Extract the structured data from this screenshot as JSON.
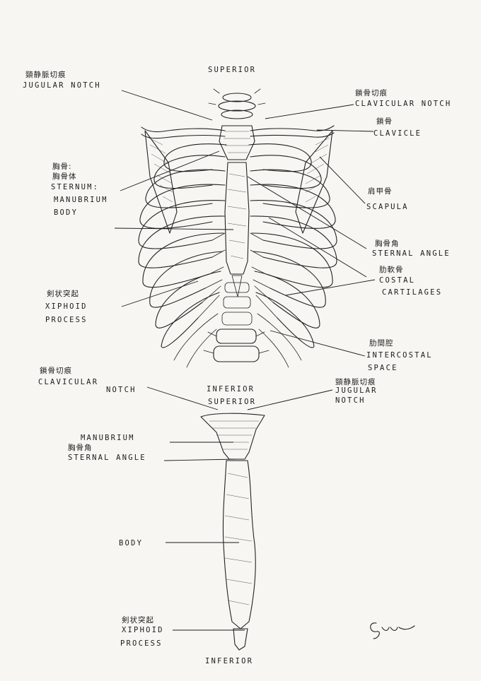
{
  "thorax": {
    "superior": "SUPERIOR",
    "inferior": "INFERIOR",
    "jugular_notch_jp": "頸静脈切痕",
    "jugular_notch": "JUGULAR NOTCH",
    "clavicular_notch_jp": "鎖骨切痕",
    "clavicular_notch": "CLAVICULAR NOTCH",
    "clavicle_jp": "鎖骨",
    "clavicle": "CLAVICLE",
    "sternum_jp1": "胸骨:",
    "sternum_jp2": "胸骨体",
    "sternum": "STERNUM:",
    "manubrium": "MANUBRIUM",
    "body": "BODY",
    "scapula_jp": "肩甲骨",
    "scapula": "SCAPULA",
    "sternal_angle_jp": "胸骨角",
    "sternal_angle": "STERNAL ANGLE",
    "costal_jp": "肋軟骨",
    "costal": "COSTAL",
    "cartilages": "CARTILAGES",
    "xiphoid_jp": "剣状突起",
    "xiphoid": "XIPHOID",
    "process": "PROCESS",
    "intercostal_jp": "肋間腔",
    "intercostal": "INTERCOSTAL",
    "space": "SPACE"
  },
  "sternum_view": {
    "clavicular_notch_jp": "鎖骨切痕",
    "clavicular": "CLAVICULAR",
    "notch": "NOTCH",
    "superior": "SUPERIOR",
    "jugular_notch_jp": "頸静脈切痕",
    "jugular": "JUGULAR",
    "jugular_notch2": "NOTCH",
    "manubrium": "MANUBRIUM",
    "sternal_angle_jp": "胸骨角",
    "sternal_angle": "STERNAL ANGLE",
    "body": "BODY",
    "xiphoid_jp": "剣状突起",
    "xiphoid": "XIPHOID",
    "process": "PROCESS",
    "inferior": "INFERIOR"
  }
}
